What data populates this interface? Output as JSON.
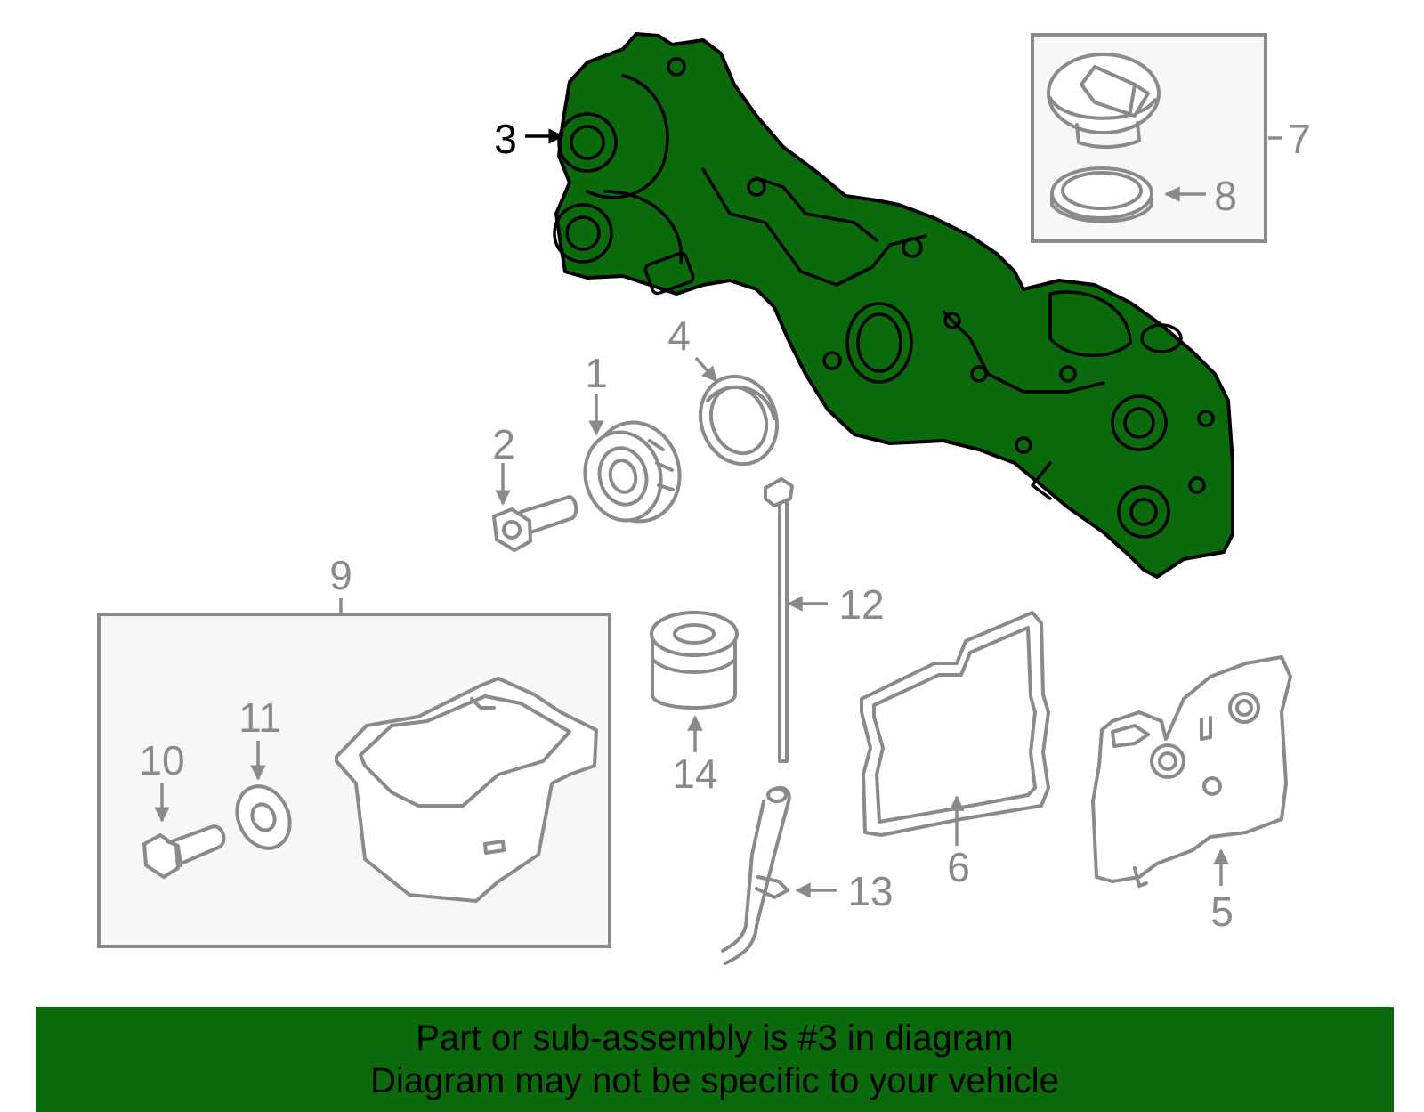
{
  "callouts": [
    {
      "id": "1",
      "label": "1"
    },
    {
      "id": "2",
      "label": "2"
    },
    {
      "id": "3",
      "label": "3"
    },
    {
      "id": "4",
      "label": "4"
    },
    {
      "id": "5",
      "label": "5"
    },
    {
      "id": "6",
      "label": "6"
    },
    {
      "id": "7",
      "label": "7"
    },
    {
      "id": "8",
      "label": "8"
    },
    {
      "id": "9",
      "label": "9"
    },
    {
      "id": "10",
      "label": "10"
    },
    {
      "id": "11",
      "label": "11"
    },
    {
      "id": "12",
      "label": "12"
    },
    {
      "id": "13",
      "label": "13"
    },
    {
      "id": "14",
      "label": "14"
    }
  ],
  "highlighted_part": "3",
  "colors": {
    "highlight": "#0b6a0b",
    "outline": "#8a8a8a",
    "banner_bg": "#0b6a0b"
  },
  "banner": {
    "line1": "Part or sub-assembly is #3 in diagram",
    "line2": "Diagram may not be specific to your vehicle"
  }
}
